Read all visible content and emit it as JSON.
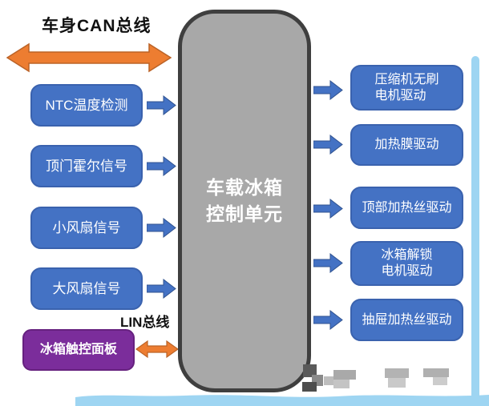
{
  "diagram": {
    "top_bus_label": "车身CAN总线",
    "lin_bus_label": "LIN总线",
    "center_unit_label": "车载冰箱\n控制单元",
    "left_inputs": [
      {
        "label": "NTC温度检测"
      },
      {
        "label": "顶门霍尔信号"
      },
      {
        "label": "小风扇信号"
      },
      {
        "label": "大风扇信号"
      }
    ],
    "touch_panel_label": "冰箱触控面板",
    "right_outputs": [
      {
        "label": "压缩机无刷\n电机驱动"
      },
      {
        "label": "加热膜驱动"
      },
      {
        "label": "顶部加热丝驱动"
      },
      {
        "label": "冰箱解锁\n电机驱动"
      },
      {
        "label": "抽屉加热丝驱动"
      }
    ],
    "colors": {
      "box_blue": "#4472C4",
      "box_blue_border": "#3A62AE",
      "arrow_blue": "#4472C4",
      "arrow_orange": "#ED7D31",
      "panel_purple": "#7B2D9B",
      "unit_gray_fill": "#A8A8A8",
      "unit_gray_border": "#3F3F3F",
      "frame_light_blue": "#9ED5F2",
      "text_white": "#FFFFFF",
      "text_black": "#111111"
    }
  }
}
